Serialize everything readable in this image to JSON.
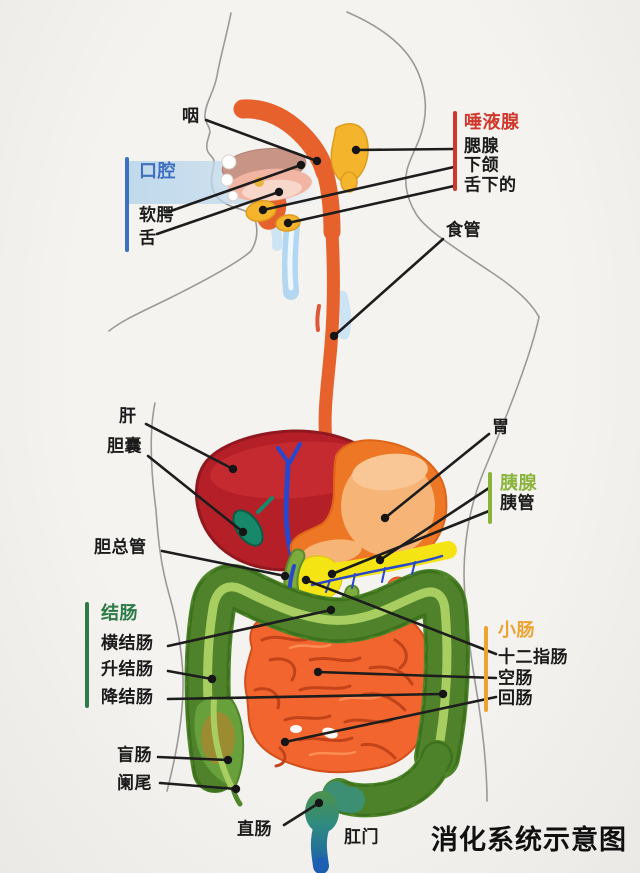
{
  "title": "消化系统示意图",
  "sections": {
    "oral": {
      "label": "口腔",
      "color": "#3f6fc0"
    },
    "salivary": {
      "label": "唾液腺",
      "color": "#cf372a"
    },
    "pancreas": {
      "label": "胰腺",
      "color": "#8ab33a"
    },
    "colon": {
      "label": "结肠",
      "color": "#2c7a45"
    },
    "small_intestine": {
      "label": "小肠",
      "color": "#eda333"
    }
  },
  "labels": {
    "pharynx": "咽",
    "soft_palate": "软腭",
    "tongue": "舌",
    "parotid": "腮腺",
    "submandibular": "下颌",
    "sublingual": "舌下的",
    "esophagus": "食管",
    "liver": "肝",
    "gallbladder": "胆囊",
    "common_bile_duct": "胆总管",
    "stomach": "胃",
    "pancreatic_duct": "胰管",
    "transverse_colon": "横结肠",
    "ascending_colon": "升结肠",
    "descending_colon": "降结肠",
    "duodenum": "十二指肠",
    "jejunum": "空肠",
    "ileum": "回肠",
    "cecum": "盲肠",
    "appendix": "阑尾",
    "rectum": "直肠",
    "anus": "肛门"
  },
  "palette": {
    "background": "#f2f1ee",
    "body_outline": "#8e8e8e",
    "tract_orange": "#e7612c",
    "liver_red": "#b51f27",
    "gallbladder_teal": "#17896a",
    "pancreas_yellow": "#f4e414",
    "colon_green": "#67a03c",
    "small_intestine_orange": "#f2652e",
    "salivary_yellow": "#f4b42c",
    "rectum_blue": "#1d5fb3",
    "leader_line": "#1d1d1d"
  }
}
